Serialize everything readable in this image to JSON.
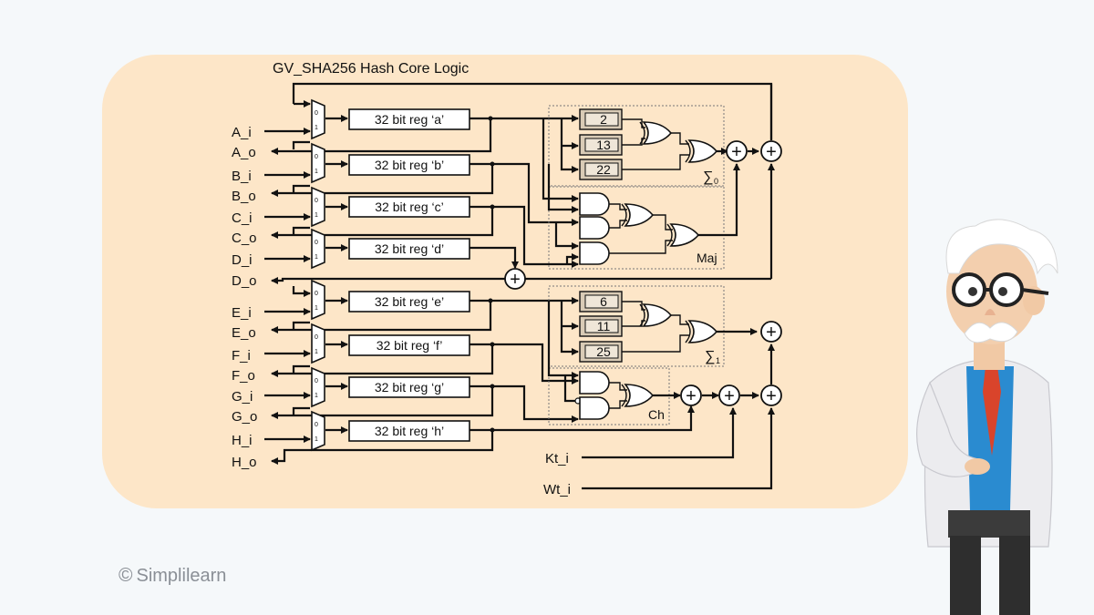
{
  "diagram": {
    "title": "GV_SHA256 Hash Core Logic",
    "inputs": [
      "A_i",
      "A_o",
      "B_i",
      "B_o",
      "C_i",
      "C_o",
      "D_i",
      "D_o",
      "E_i",
      "E_o",
      "F_i",
      "F_o",
      "G_i",
      "G_o",
      "H_i",
      "H_o"
    ],
    "registers": [
      "32 bit reg ‘a’",
      "32 bit reg ‘b’",
      "32 bit reg ‘c’",
      "32 bit reg ‘d’",
      "32 bit reg ‘e’",
      "32 bit reg ‘f’",
      "32 bit reg ‘g’",
      "32 bit reg ‘h’"
    ],
    "mux_labels": [
      "0",
      "1"
    ],
    "sigma0_rotations": [
      "2",
      "13",
      "22"
    ],
    "sigma1_rotations": [
      "6",
      "11",
      "25"
    ],
    "sigma0_label": "∑",
    "sigma0_sub": "0",
    "sigma1_label": "∑",
    "sigma1_sub": "1",
    "maj_label": "Maj",
    "ch_label": "Ch",
    "kt_label": "Kt_i",
    "wt_label": "Wt_i",
    "adder_symbol": "+"
  },
  "footer": {
    "copyright_symbol": "©",
    "brand": "Simplilearn"
  },
  "colors": {
    "background": "#f5f8fa",
    "panel": "#fde6c8",
    "rotation_box": "#d9cbb6"
  }
}
